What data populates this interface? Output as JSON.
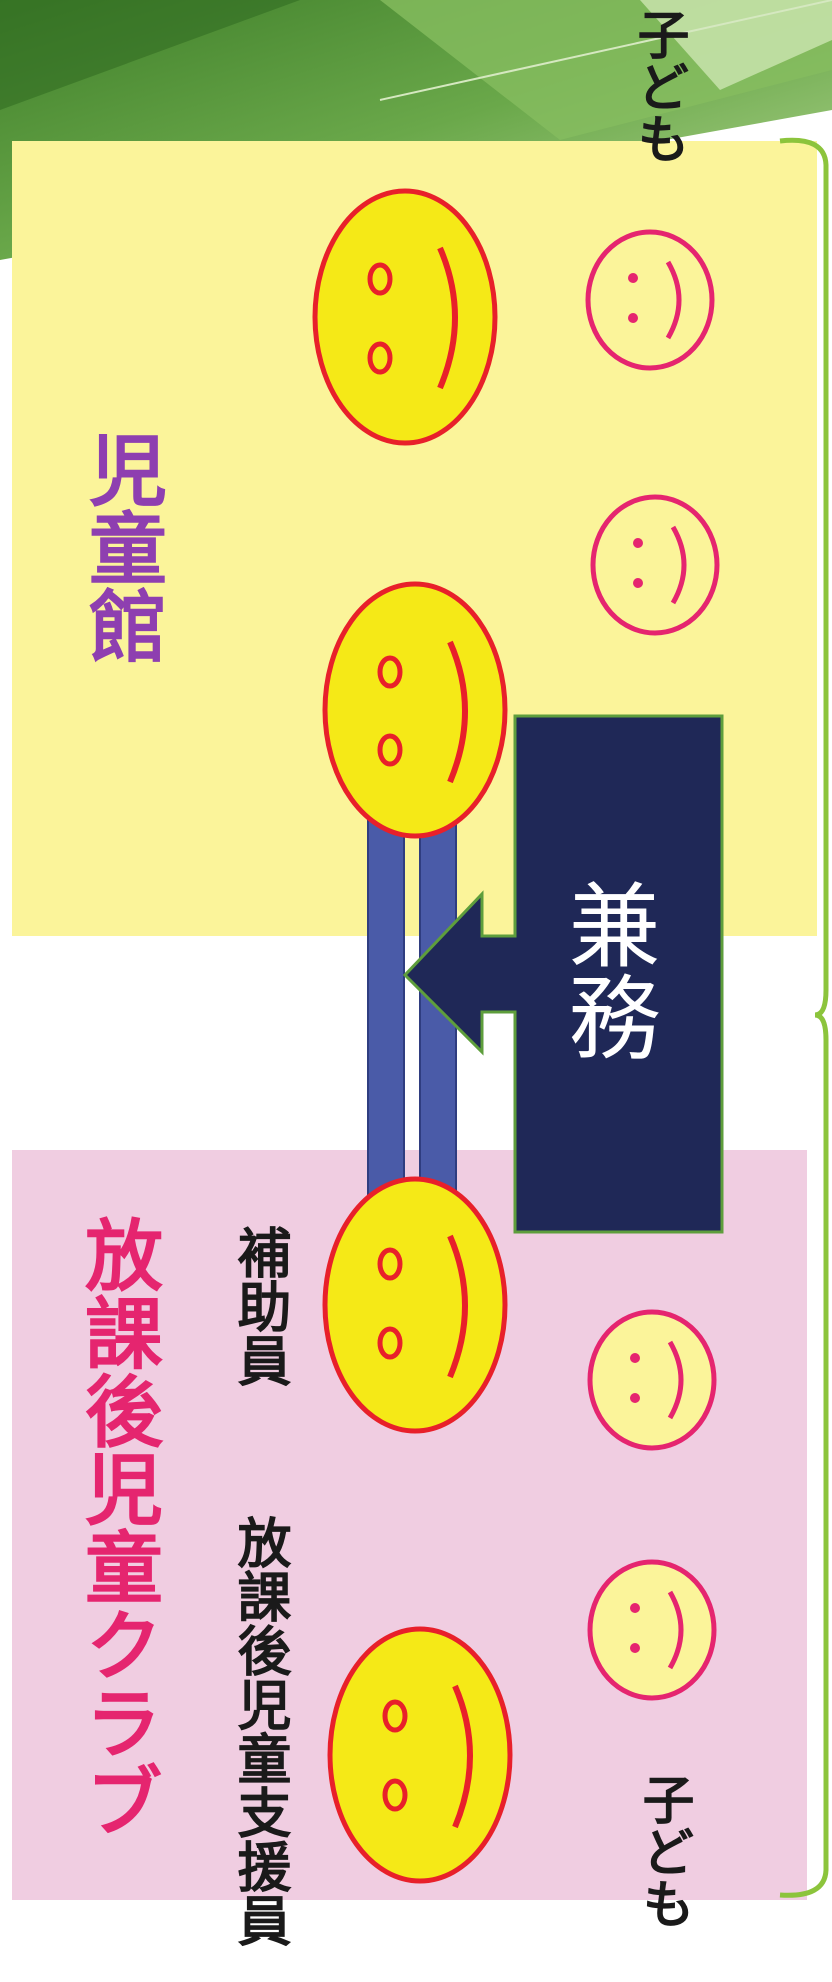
{
  "jidokan": {
    "title": "児童館",
    "children_label": "子ども",
    "color_bg": "#fbf49a",
    "color_title": "#8e3fb0"
  },
  "club": {
    "title": "放課後児童クラブ",
    "staff_support": "放課後児童支援員",
    "staff_assistant": "補助員",
    "children_label": "子ども",
    "color_bg": "#f0cde1",
    "color_title": "#e5256f"
  },
  "concurrent": {
    "label": "兼務",
    "color_bg": "#1f2857",
    "color_connector": "#4a5ba8"
  },
  "faces": {
    "adult_color": "#f5e917",
    "adult_stroke": "#e8202a",
    "child_color": "#fbf49a",
    "child_stroke": "#e5256f"
  },
  "accent": {
    "banner_green": "#5e9e3c",
    "bracket_green": "#8cc43c"
  }
}
